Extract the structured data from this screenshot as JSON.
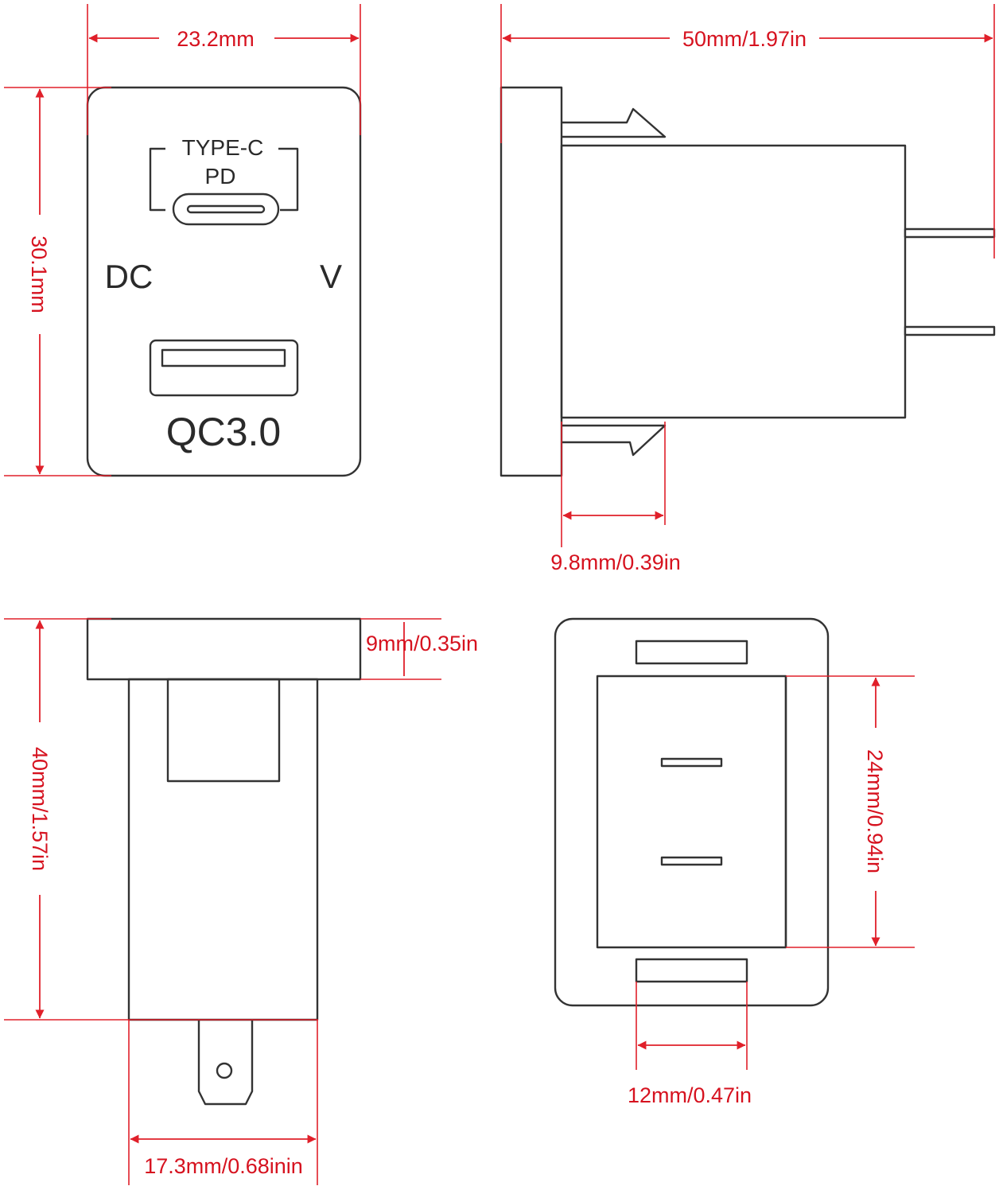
{
  "panel_labels": {
    "type_c": "TYPE-C",
    "pd": "PD",
    "dc": "DC",
    "v": "V",
    "qc": "QC3.0"
  },
  "dimensions": {
    "front_width": "23.2mm",
    "front_height": "30.1mm",
    "side_length": "50mm/1.97in",
    "clip_depth": "9.8mm/0.39in",
    "flange_thickness": "9mm/0.35in",
    "body_length": "40mm/1.57in",
    "body_width": "17.3mm/0.68inin",
    "rear_height": "24mm/0.94in",
    "tab_width": "12mm/0.47in"
  },
  "colors": {
    "dimension": "#e0202a",
    "outline": "#333333",
    "background": "#ffffff"
  }
}
